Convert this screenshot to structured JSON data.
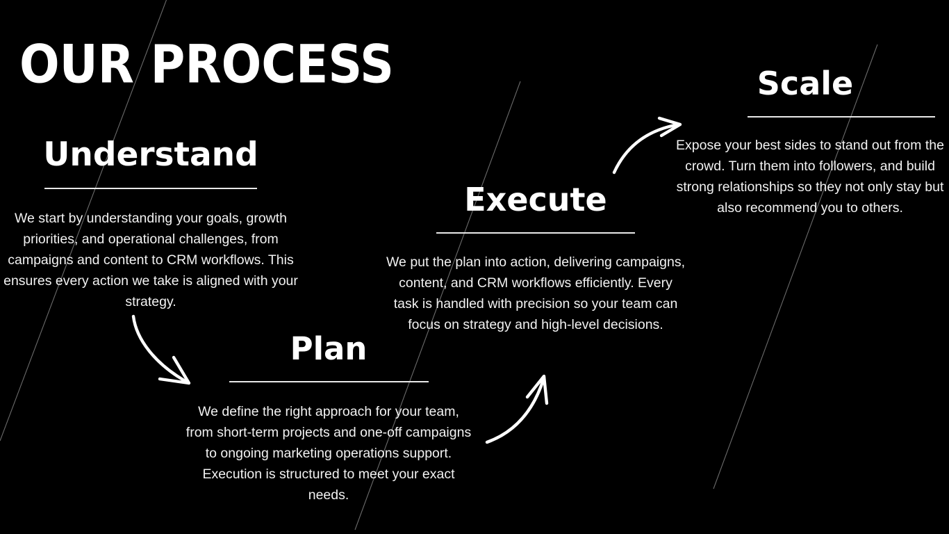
{
  "slide": {
    "title": "OUR PROCESS",
    "background_color": "#000000",
    "text_color": "#ffffff",
    "rule_color": "#e9e9e9",
    "diagonal_line_color": "#6b6b6b",
    "arrow_color": "#ffffff"
  },
  "steps": [
    {
      "id": "understand",
      "heading": "Understand",
      "body": "We start by understanding your goals, growth priorities, and operational challenges, from campaigns and content to CRM workflows. This ensures every action we take is aligned with your strategy."
    },
    {
      "id": "plan",
      "heading": "Plan",
      "body": "We define the right approach for your team, from short-term projects and one-off campaigns to ongoing marketing operations support. Execution is structured to meet your exact needs."
    },
    {
      "id": "execute",
      "heading": "Execute",
      "body": "We put the plan into action, delivering campaigns, content, and CRM workflows efficiently. Every task is handled with precision so your team can focus on strategy and high-level decisions."
    },
    {
      "id": "scale",
      "heading": "Scale",
      "body": "Expose your best sides to stand out from the crowd. Turn them into followers, and build strong relationships so they not only stay but also recommend you to others."
    }
  ],
  "arrows": [
    {
      "id": "understand-to-plan",
      "direction": "down-right"
    },
    {
      "id": "plan-to-execute",
      "direction": "up-right"
    },
    {
      "id": "execute-to-scale",
      "direction": "up-right"
    }
  ],
  "decorations": [
    {
      "id": "diagonal-line-left"
    },
    {
      "id": "diagonal-line-center"
    },
    {
      "id": "diagonal-line-right"
    }
  ]
}
